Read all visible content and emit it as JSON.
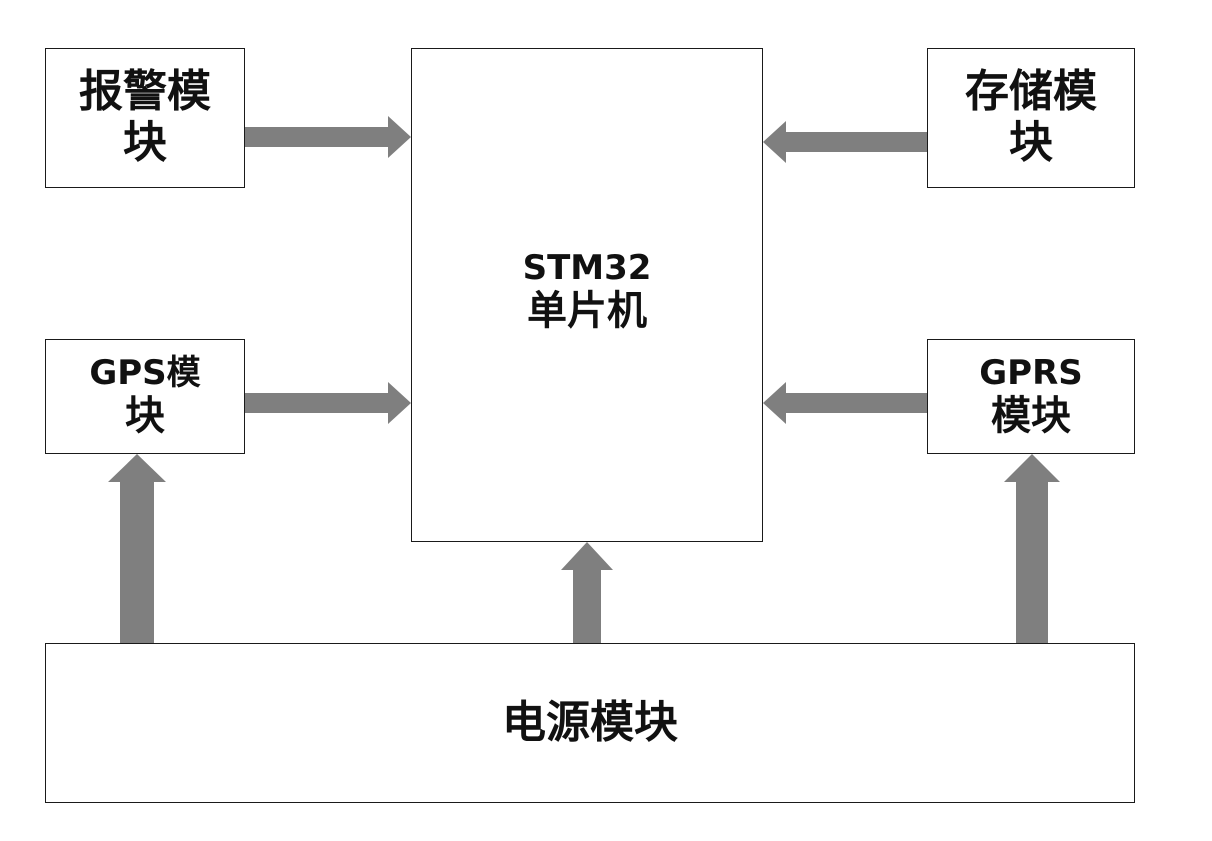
{
  "diagram": {
    "mcu": {
      "line1": "STM32",
      "line2": "单片机"
    },
    "alarm_module": {
      "line1": "报警模",
      "line2": "块"
    },
    "storage_module": {
      "line1": "存储模",
      "line2": "块"
    },
    "gps_module": {
      "line1": "GPS模",
      "line2": "块"
    },
    "gprs_module": {
      "line1": "GPRS",
      "line2": "模块"
    },
    "power_module": {
      "label": "电源模块"
    },
    "colors": {
      "arrow": "#7f7f7f",
      "border": "#1a1a1a",
      "text": "#111111"
    },
    "connections": [
      {
        "from": "alarm_module",
        "to": "mcu"
      },
      {
        "from": "storage_module",
        "to": "mcu"
      },
      {
        "from": "gps_module",
        "to": "mcu"
      },
      {
        "from": "gprs_module",
        "to": "mcu"
      },
      {
        "from": "power_module",
        "to": "gps_module"
      },
      {
        "from": "power_module",
        "to": "mcu"
      },
      {
        "from": "power_module",
        "to": "gprs_module"
      }
    ]
  }
}
